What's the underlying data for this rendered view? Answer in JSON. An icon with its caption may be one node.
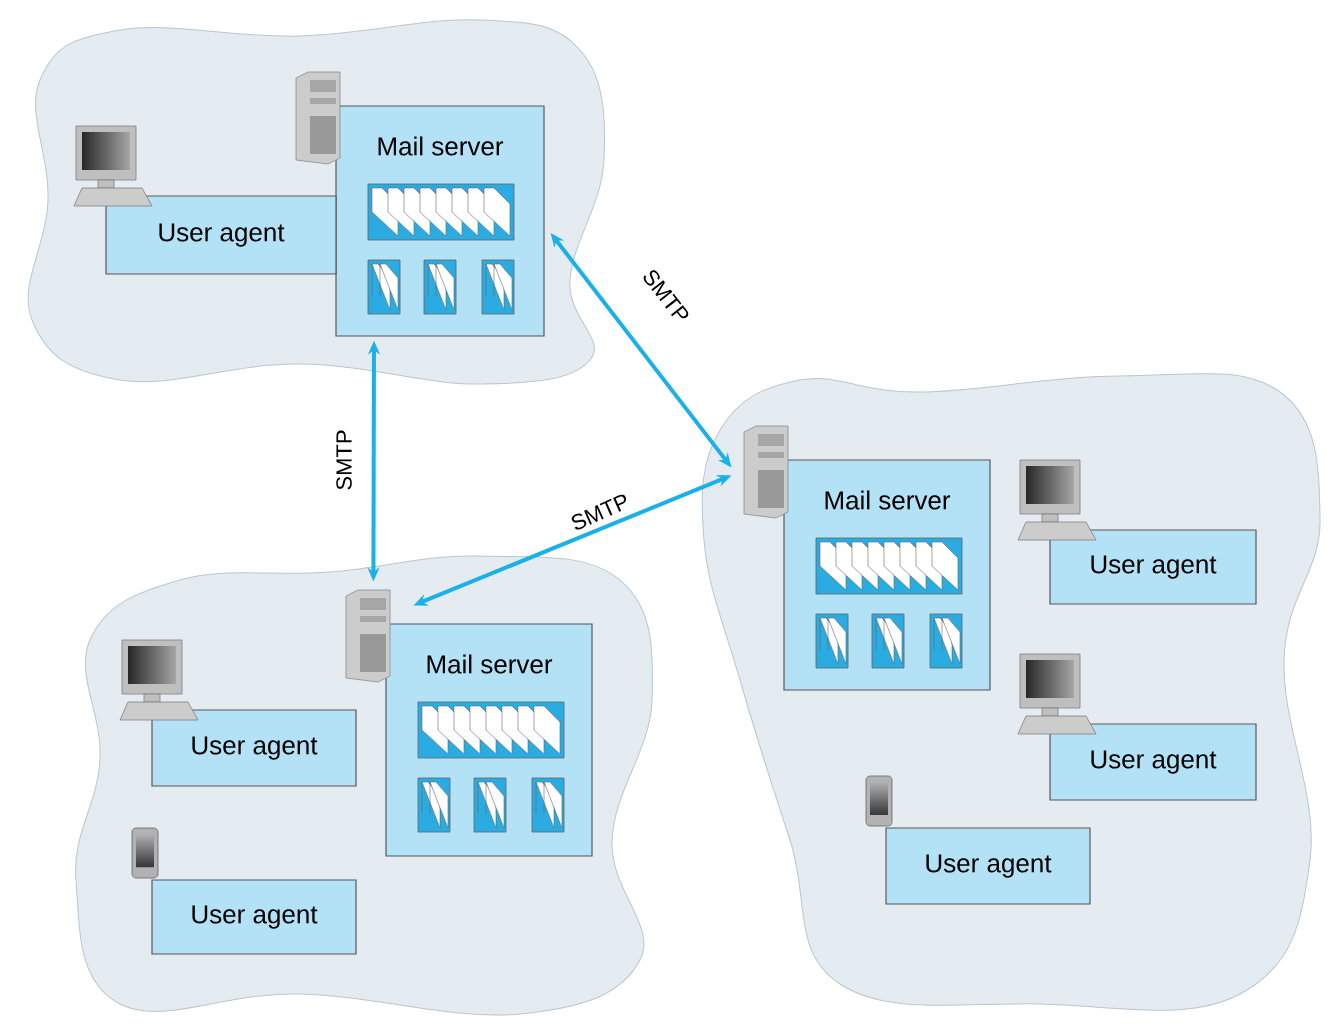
{
  "diagram": {
    "nodes": [
      {
        "text": [],
        "shape": "cloud"
      },
      {
        "text": [
          "Mail server"
        ],
        "in": 0
      },
      {
        "text": [
          "User agent"
        ],
        "in": 0
      },
      {
        "text": [],
        "shape": "cloud"
      },
      {
        "text": [
          "Mail server"
        ],
        "in": 3
      },
      {
        "text": [
          "User agent"
        ],
        "in": 3
      },
      {
        "text": [
          "User agent"
        ],
        "in": 3
      },
      {
        "text": [
          "User agent"
        ],
        "in": 3
      },
      {
        "text": [],
        "shape": "cloud"
      },
      {
        "text": [
          "Mail server"
        ],
        "in": 8
      },
      {
        "text": [
          "User agent"
        ],
        "in": 8
      },
      {
        "text": [
          "User agent"
        ],
        "in": 8
      }
    ],
    "edges": [
      {
        "from": 1,
        "to": 4,
        "arrow": "both",
        "label": "SMTP"
      },
      {
        "from": 1,
        "to": 9,
        "arrow": "both",
        "label": "SMTP"
      },
      {
        "from": 9,
        "to": 4,
        "arrow": "both",
        "label": "SMTP"
      }
    ]
  }
}
